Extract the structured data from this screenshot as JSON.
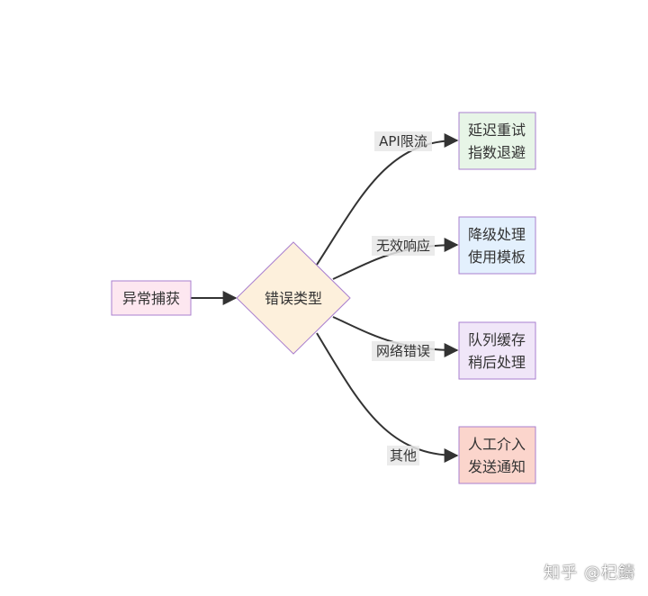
{
  "nodes": {
    "start": {
      "label": "异常捕获",
      "fill": "#fde7f0",
      "stroke": "#a97fcf"
    },
    "decision": {
      "label": "错误类型",
      "fill": "#fdf0dc",
      "stroke": "#a97fcf"
    },
    "retry": {
      "line1": "延迟重试",
      "line2": "指数退避",
      "fill": "#e7f5e7",
      "stroke": "#a97fcf"
    },
    "degrade": {
      "line1": "降级处理",
      "line2": "使用模板",
      "fill": "#e3f0fd",
      "stroke": "#a97fcf"
    },
    "queue": {
      "line1": "队列缓存",
      "line2": "稍后处理",
      "fill": "#f0e6f8",
      "stroke": "#a97fcf"
    },
    "manual": {
      "line1": "人工介入",
      "line2": "发送通知",
      "fill": "#fbd5cc",
      "stroke": "#a97fcf"
    }
  },
  "edges": {
    "api_limit": "API限流",
    "invalid_response": "无效响应",
    "network_error": "网络错误",
    "other": "其他"
  },
  "watermark": "知乎 @杞鑄"
}
